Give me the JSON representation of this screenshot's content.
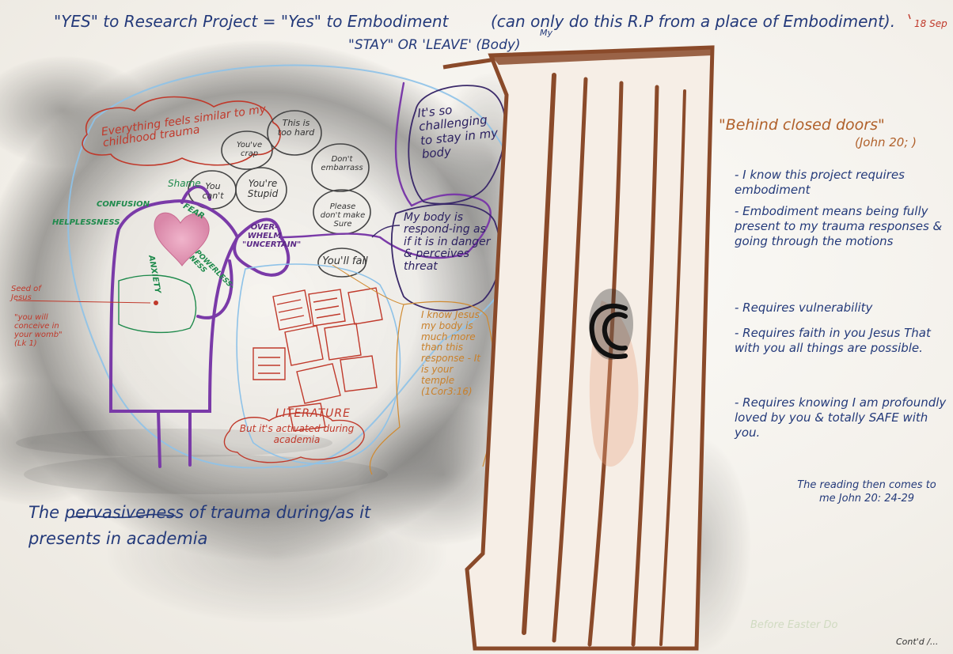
{
  "header": {
    "line1": "\"YES\" to Research Project = \"Yes\" to Embodiment",
    "line1_paren": "(can only do this R.P from a place of Embodiment).",
    "date": "18 Sep",
    "line2": "\"STAY\" OR 'LEAVE' (Body)",
    "line2_insert": "My"
  },
  "left_cluster": {
    "cloud_top": "Everything feels similar to my childhood trauma",
    "bubbles": [
      "You've crap",
      "This is too hard",
      "You can't",
      "You're Stupid",
      "Don't embarrass",
      "Please don't make Sure",
      "You'll fail"
    ],
    "center": "OVER-WHELM \"UNCERTAIN\"",
    "emotions": [
      "Shame",
      "CONFUSION",
      "FEAR",
      "HELPLESSNESS",
      "ANXIETY",
      "POWERLESS-NESS"
    ],
    "seed_label": "Seed of Jesus",
    "seed_quote": "\"you will conceive in your womb\" (Lk 1)",
    "literature_label": "LITERATURE",
    "activated": "But it's activated during academia"
  },
  "speech": {
    "upper": "It's so challenging to stay in my body",
    "lower": "My body is respond-ing as if it is in danger & perceives threat",
    "orange": "I know Jesus my body is much more than this response - It is your temple (1Cor3:16)"
  },
  "bottom_left": "The pervasiveness of trauma during/as it presents in academia",
  "right_panel": {
    "title": "\"Behind closed doors\"",
    "ref": "(John 20;  )",
    "items": [
      "- I know this project requires embodiment",
      "- Embodiment means being fully present to my trauma responses & going through the motions",
      "- Requires vulnerability",
      "- Requires faith in you Jesus That with you all things are possible.",
      "- Requires knowing I am profoundly loved by you & totally SAFE with you."
    ],
    "reading": "The reading then comes to me John 20: 24-29"
  },
  "footer": {
    "faded": "Before Easter Do",
    "contd": "Cont'd /..."
  },
  "colors": {
    "door": "#8a4a2a",
    "ink_blue": "#243a7a",
    "purple": "#6b2f9a",
    "green": "#1f8a4c",
    "red": "#c0392b",
    "orange": "#c9802a",
    "charcoal": "#2b2b2b",
    "heart": "#e9a9c0"
  }
}
